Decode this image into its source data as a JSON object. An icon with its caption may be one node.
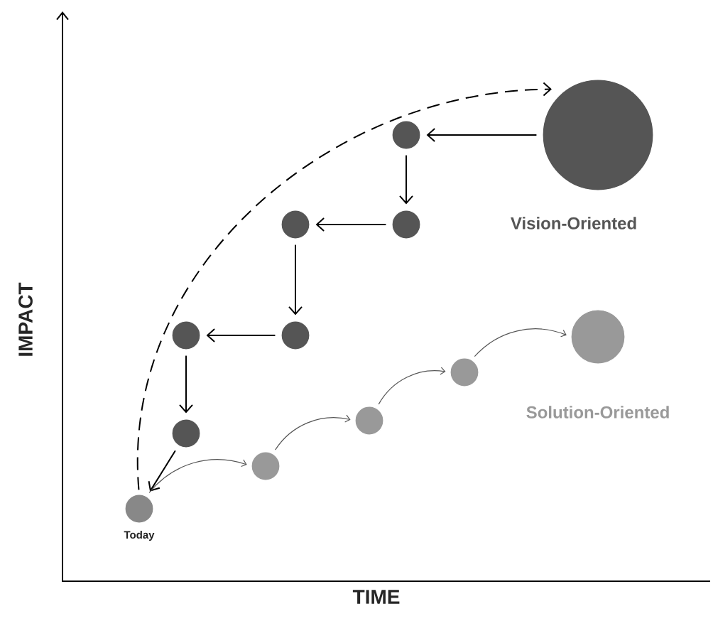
{
  "diagram": {
    "nodes": [
      {
        "text": [],
        "shape": "circle",
        "beside": [
          "Vision-Oriented"
        ]
      },
      {
        "text": [],
        "shape": "circle"
      },
      {
        "text": [],
        "shape": "circle"
      },
      {
        "text": [],
        "shape": "circle"
      },
      {
        "text": [],
        "shape": "circle"
      },
      {
        "text": [],
        "shape": "circle"
      },
      {
        "text": [],
        "shape": "circle"
      },
      {
        "text": [],
        "shape": "circle",
        "beside": [
          "Solution-Oriented"
        ]
      },
      {
        "text": [],
        "shape": "circle"
      },
      {
        "text": [],
        "shape": "circle"
      },
      {
        "text": [],
        "shape": "circle"
      },
      {
        "text": [],
        "shape": "circle",
        "beside": [
          "Today"
        ]
      }
    ],
    "edges": [
      {
        "from": 0,
        "to": 1,
        "arrow": "to"
      },
      {
        "from": 1,
        "to": 2,
        "arrow": "to"
      },
      {
        "from": 2,
        "to": 3,
        "arrow": "to"
      },
      {
        "from": 3,
        "to": 4,
        "arrow": "to"
      },
      {
        "from": 4,
        "to": 5,
        "arrow": "to"
      },
      {
        "from": 5,
        "to": 6,
        "arrow": "to"
      },
      {
        "from": 6,
        "to": 11,
        "arrow": "to"
      },
      {
        "from": 11,
        "to": 0,
        "arrow": "to",
        "style": "dashed"
      },
      {
        "from": 11,
        "to": 10,
        "arrow": "to",
        "color": "#555555"
      },
      {
        "from": 10,
        "to": 9,
        "arrow": "to",
        "color": "#555555"
      },
      {
        "from": 9,
        "to": 8,
        "arrow": "to",
        "color": "#555555"
      },
      {
        "from": 8,
        "to": 7,
        "arrow": "to",
        "color": "#555555"
      }
    ],
    "labels": [
      "IMPACT",
      "TIME"
    ]
  }
}
